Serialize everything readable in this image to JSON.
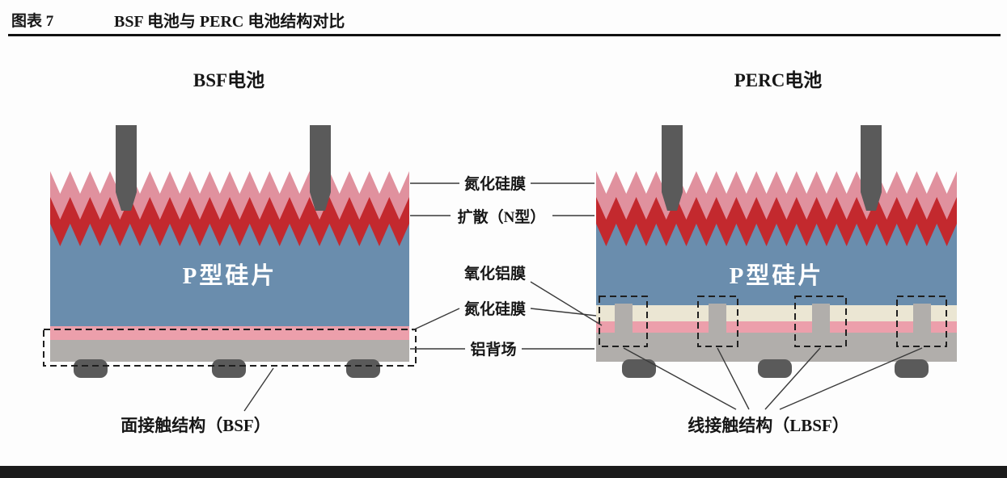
{
  "header": {
    "figure_label": "图表 7",
    "title": "BSF 电池与 PERC 电池结构对比"
  },
  "bsf": {
    "title": "BSF电池",
    "wafer": "P型硅片",
    "structure": "面接触结构（BSF）"
  },
  "perc": {
    "title": "PERC电池",
    "wafer": "P型硅片",
    "structure": "线接触结构（LBSF）"
  },
  "labels": {
    "nitride_front": "氮化硅膜",
    "diffusion": "扩散（N型）",
    "alumina": "氧化铝膜",
    "nitride_rear": "氮化硅膜",
    "back_field": "铝背场"
  },
  "colors": {
    "pink_film": "#e0919e",
    "red_diffusion": "#c3292e",
    "wafer_blue": "#6a8dad",
    "rear_pink": "#ec9fab",
    "rear_gray": "#b1aeab",
    "cream": "#ebe6d3",
    "electrode_gray": "#5a5a5a",
    "accent_orange": "#bf7b2a",
    "header_rule": "#111111",
    "footer_bar": "#1b1b1b"
  }
}
